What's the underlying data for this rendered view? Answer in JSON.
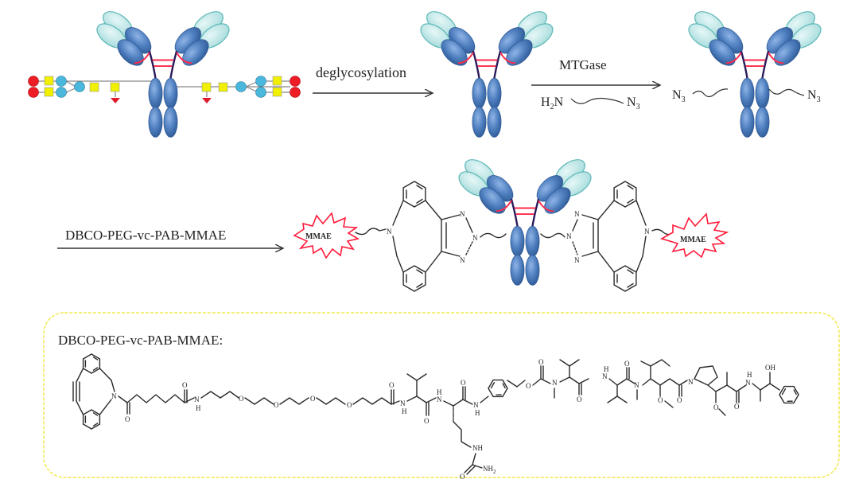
{
  "figure": {
    "title": "Site-specific antibody-drug conjugate synthesis via deglycosylation and MTGase",
    "colors": {
      "fab_light": "#bfe6e6",
      "fab_light_stroke": "#5fb8b8",
      "heavy_chain": "#4f7fbf",
      "heavy_chain_dark": "#2f5a96",
      "disulfide": "#ff2a4a",
      "hinge": "#2a1a5a",
      "sialic_acid": "#ee1c25",
      "galnac_square": "#f0f000",
      "mannose_circle": "#4ab8dc",
      "fucose": "#e01a2a",
      "payload_outline": "#ff1a3a",
      "box_border": "#f2e84a"
    }
  },
  "steps": {
    "step1": {
      "reagent_label": "deglycosylation"
    },
    "step2": {
      "enzyme_label": "MTGase",
      "linker_left": "H",
      "linker_left_sub": "2",
      "linker_left_tail": "N",
      "linker_right": "N",
      "linker_right_sub": "3"
    },
    "step3": {
      "reagent_label": "DBCO-PEG-vc-PAB-MMAE"
    }
  },
  "azide_antibody": {
    "left_label": "N",
    "left_sub": "3",
    "right_label": "N",
    "right_sub": "3"
  },
  "conjugate": {
    "payload_label_left": "MMAE",
    "payload_label_right": "MMAE",
    "atom_N": "N"
  },
  "structure_box": {
    "title": "DBCO-PEG-vc-PAB-MMAE:",
    "atoms": {
      "O": "O",
      "N": "N",
      "H": "H",
      "NH": "NH",
      "NH2": "NH",
      "NH2_sub": "2",
      "OH": "OH"
    }
  }
}
